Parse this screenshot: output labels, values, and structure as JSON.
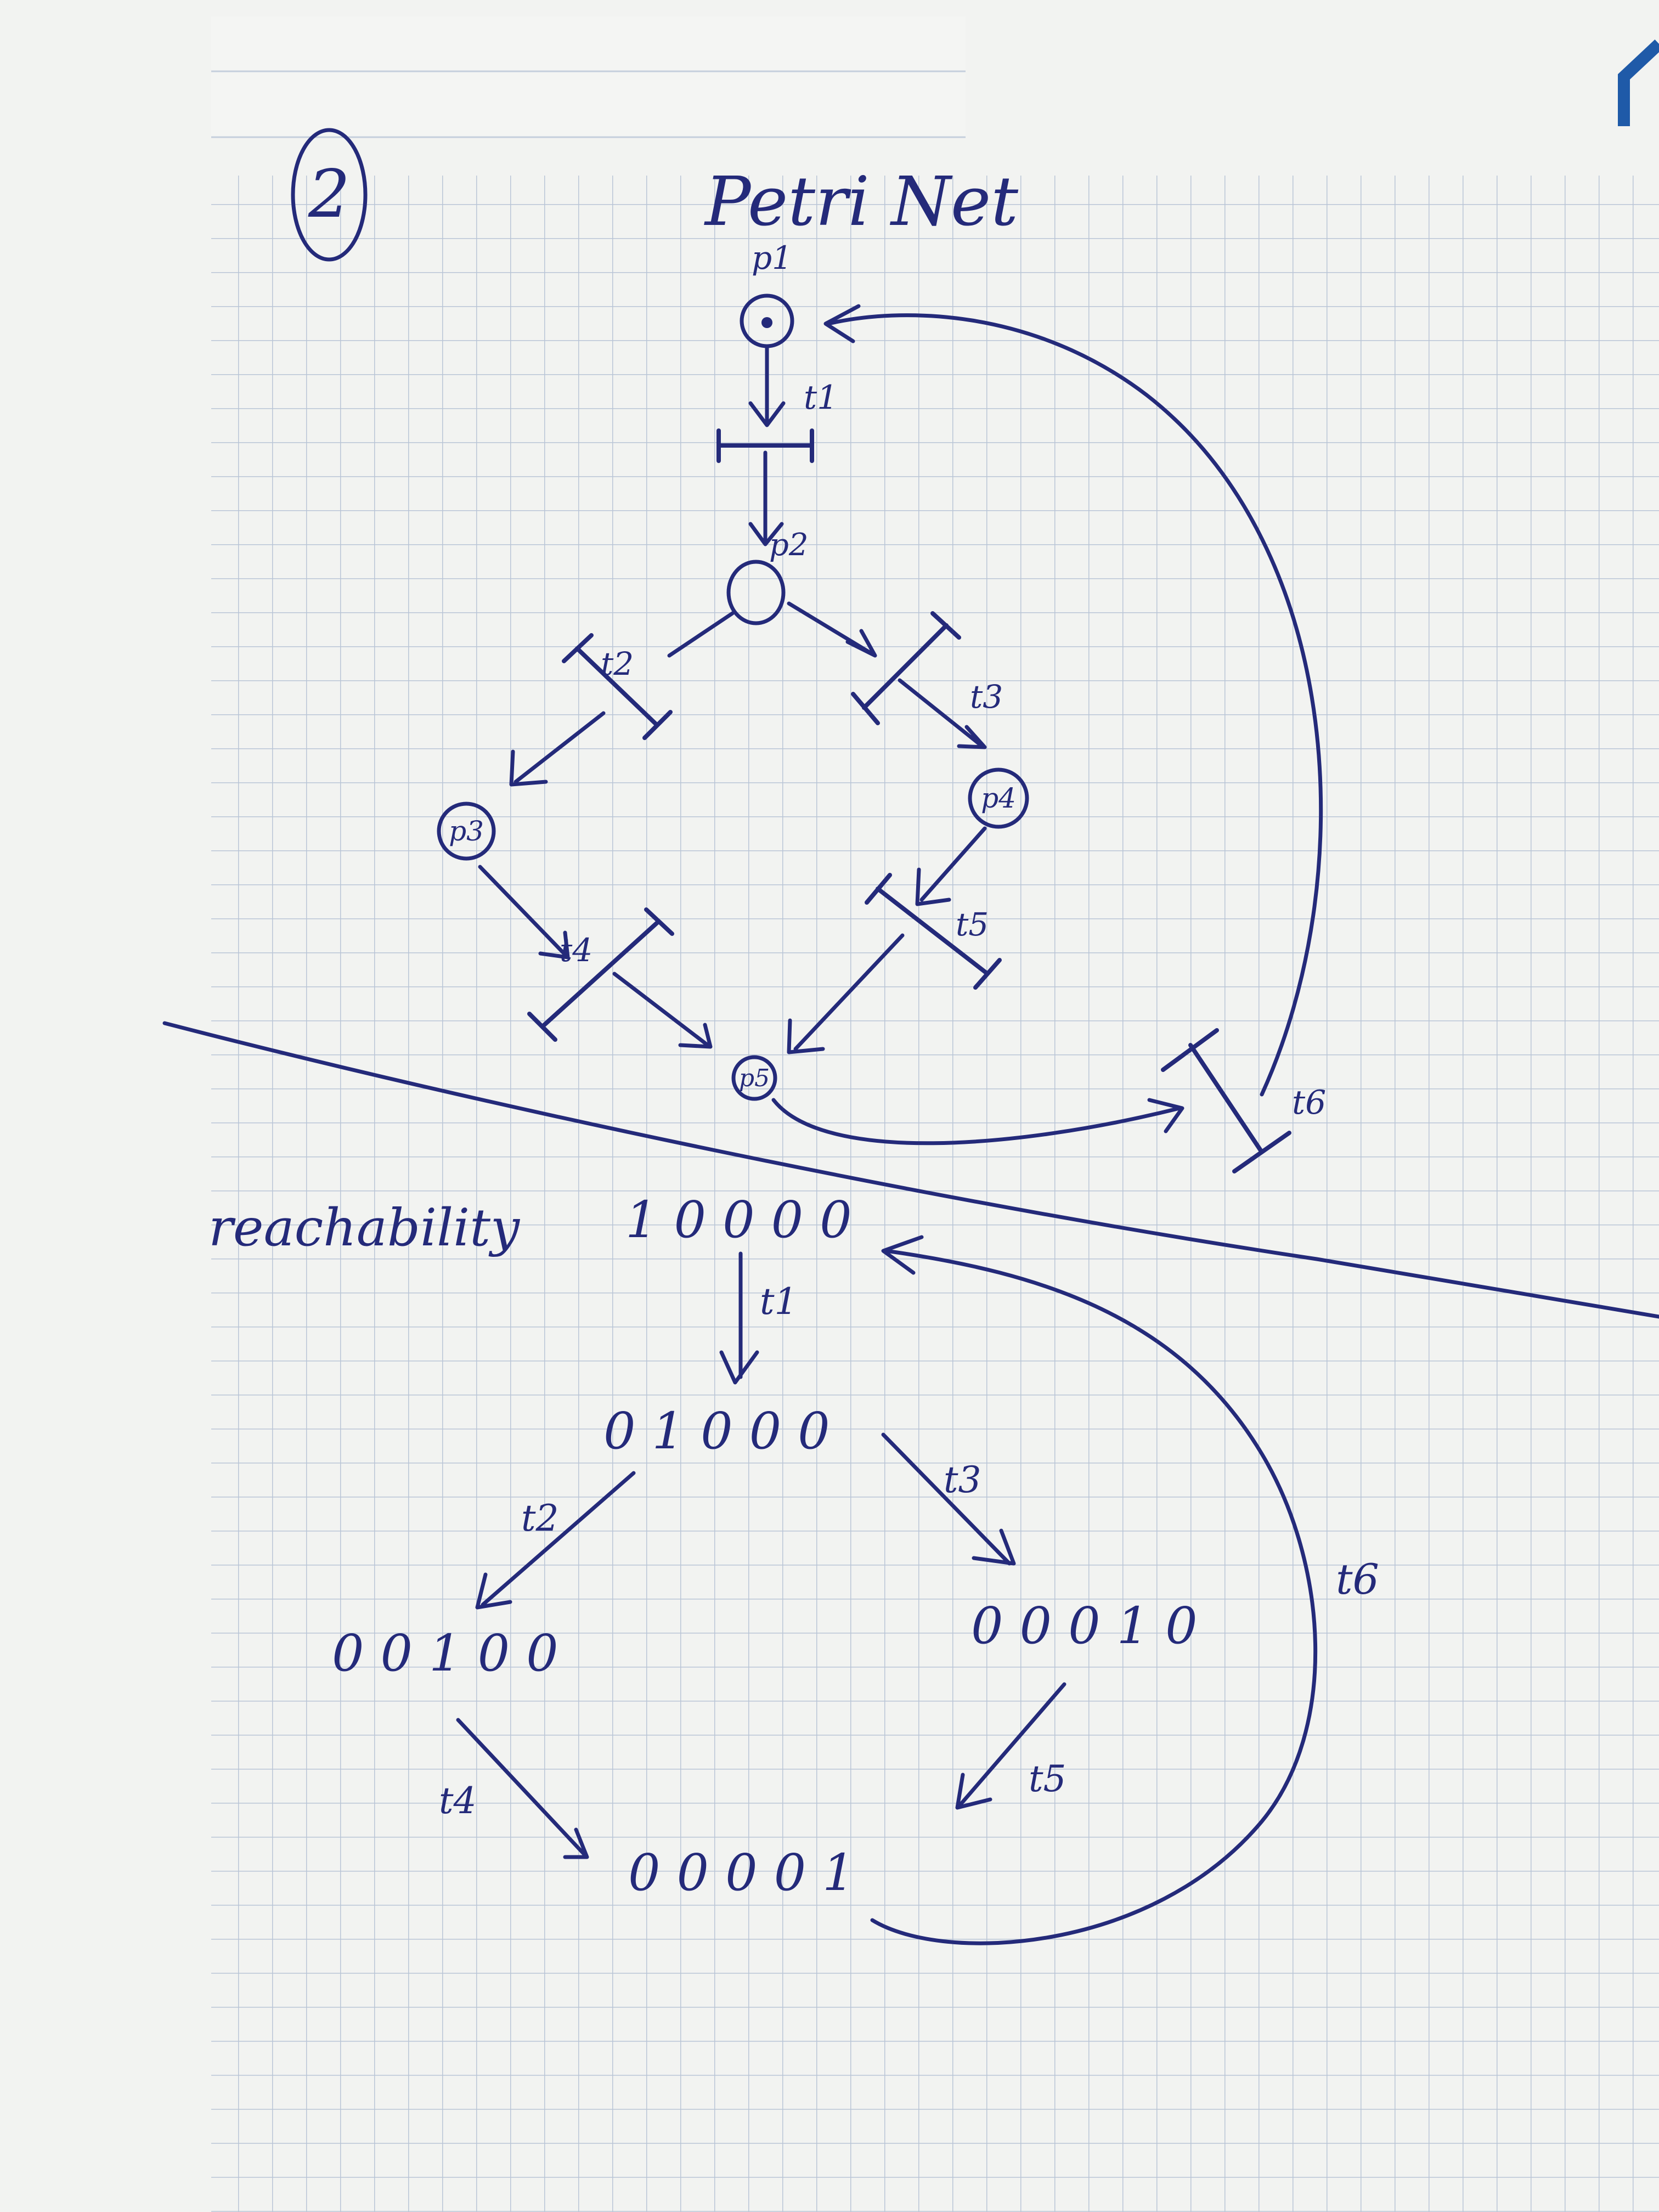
{
  "page_number": "2",
  "petri_net": {
    "title": "Petri Net",
    "places": [
      "p1",
      "p2",
      "p3",
      "p4",
      "p5"
    ],
    "transitions": [
      "t1",
      "t2",
      "t3",
      "t4",
      "t5",
      "t6"
    ],
    "initial_token_place": "p1"
  },
  "reachability": {
    "label": "reachability",
    "states": [
      "10000",
      "01000",
      "00100",
      "00010",
      "00001"
    ],
    "edges": [
      {
        "from": "10000",
        "to": "01000",
        "label": "t1"
      },
      {
        "from": "01000",
        "to": "00100",
        "label": "t2"
      },
      {
        "from": "01000",
        "to": "00010",
        "label": "t3"
      },
      {
        "from": "00100",
        "to": "00001",
        "label": "t4"
      },
      {
        "from": "00010",
        "to": "00001",
        "label": "t5"
      },
      {
        "from": "00001",
        "to": "10000",
        "label": "t6"
      }
    ]
  },
  "colors": {
    "paper": "#f2f3f1",
    "grid": "#b9c5d6",
    "ink": "#242a7a"
  }
}
